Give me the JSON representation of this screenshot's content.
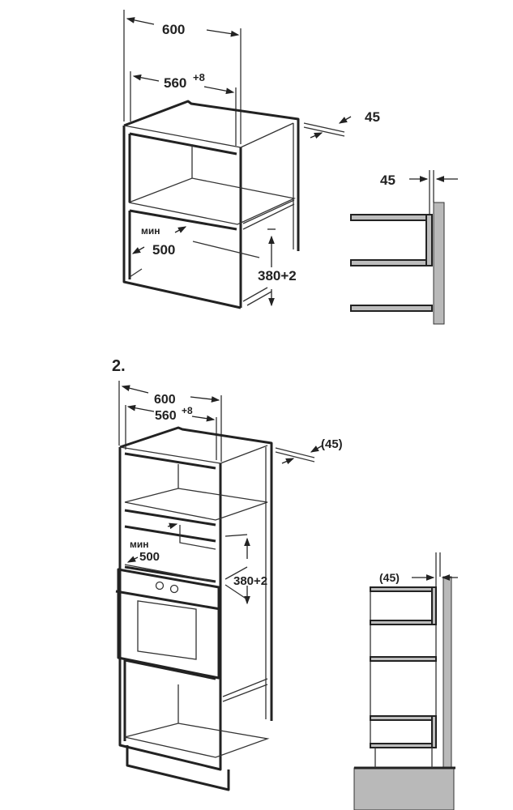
{
  "figure1": {
    "width_outer": "600",
    "width_inner": "560",
    "width_inner_tol": "+8",
    "gap_back": "45",
    "min_label": "мин",
    "depth_min": "500",
    "height": "380+2",
    "side_gap": "45"
  },
  "figure2": {
    "number": "2.",
    "width_outer": "600",
    "width_inner": "560",
    "width_inner_tol": "+8",
    "gap_back": "(45)",
    "min_label": "мин",
    "depth_min": "500",
    "height": "380+2",
    "side_gap": "(45)"
  },
  "colors": {
    "line": "#222222",
    "wall": "#b9b9b9"
  }
}
